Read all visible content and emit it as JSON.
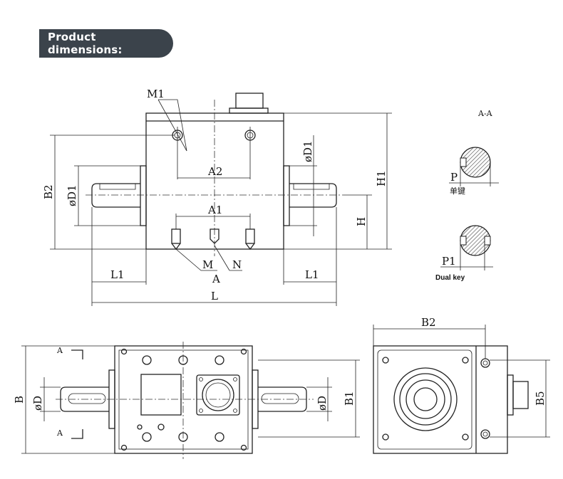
{
  "header": {
    "title": "Product dimensions:"
  },
  "labels": {
    "m1": "M1",
    "a2": "A2",
    "a1": "A1",
    "d1_left": "øD1",
    "d1_right": "øD1",
    "b2_side": "B2",
    "h1": "H1",
    "h": "H",
    "l1_left": "L1",
    "l1_right": "L1",
    "l": "L",
    "a": "A",
    "m": "M",
    "n": "N",
    "section_aa": "A-A",
    "p": "P",
    "single_key": "单键",
    "p1": "P1",
    "dual_key": "Dual key",
    "b": "B",
    "d_left": "øD",
    "d_right": "øD",
    "b1": "B1",
    "sec_a_top": "A",
    "sec_a_bottom": "A",
    "b2_end": "B2",
    "b5": "B5"
  },
  "colors": {
    "banner_bg": "#3b434b",
    "banner_text": "#ffffff",
    "line": "#222222",
    "hatch": "#555555"
  }
}
